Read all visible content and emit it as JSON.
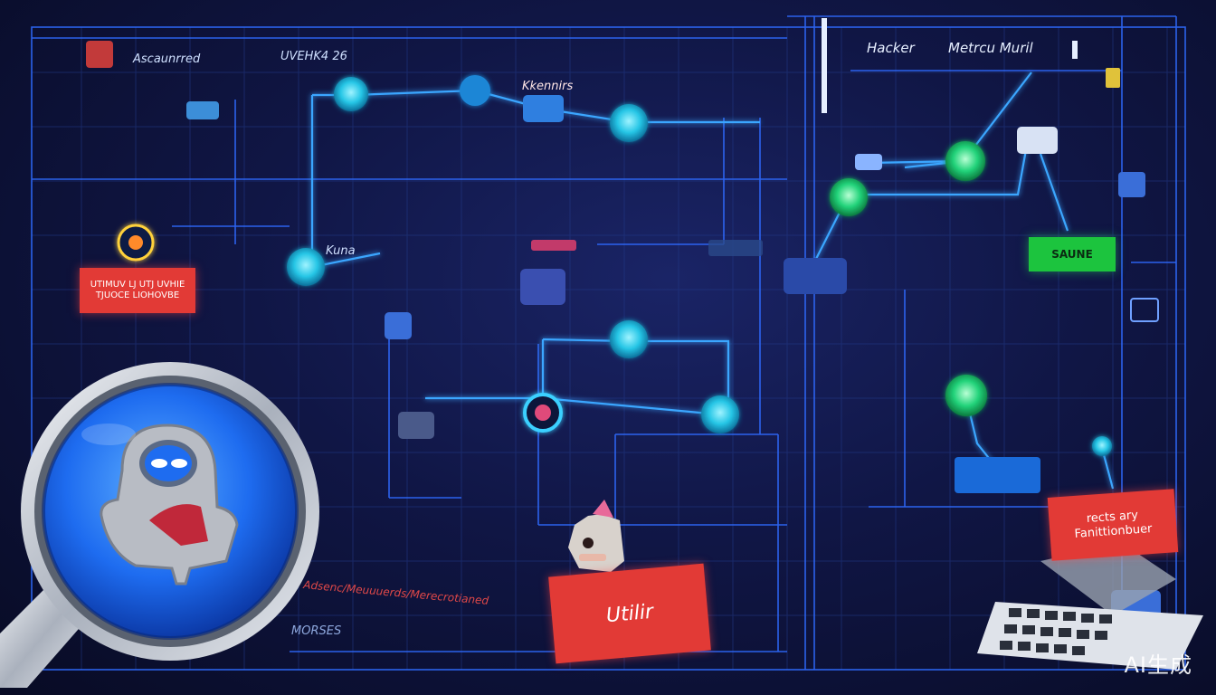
{
  "labels": {
    "top_left_title": "Ascaunrred",
    "top_left_code": "UVEHK4 26",
    "center_top_label": "Kkennirs",
    "mid_left_label": "Kuna",
    "top_right_title_a": "Hacker",
    "top_right_title_b": "Metrcu Muril"
  },
  "tags": {
    "left_red_tag": "UTIMUV LJ UTJ UVHIE TJUOCE LIOHOVBE",
    "bottom_red_tag": "Utilir",
    "right_red_tag_top": "rects   ary",
    "right_red_tag_bottom": "Fanittionbuer",
    "green_tag": "SAUNE"
  },
  "scrawl": {
    "bottom_red_text": "Adsenc/Meuuuerds/Merecrotianed",
    "bottom_small_text": "MORSES"
  },
  "watermark": "AI生成",
  "colors": {
    "background": "#0a0f2a",
    "grid_line": "#2f6bff",
    "node_cyan": "#26c6e6",
    "node_green": "#22d37a",
    "tag_red": "#e23a36",
    "tag_green": "#1cc43e",
    "magnifier_lens": "#1e6cf0",
    "magnifier_rim": "#c9ced6"
  },
  "icons": {
    "magnifier": "magnifying-glass-icon",
    "mascot": "hooded-mascot-icon",
    "keyboard": "keyboard-icon",
    "cat": "cat-face-icon"
  }
}
